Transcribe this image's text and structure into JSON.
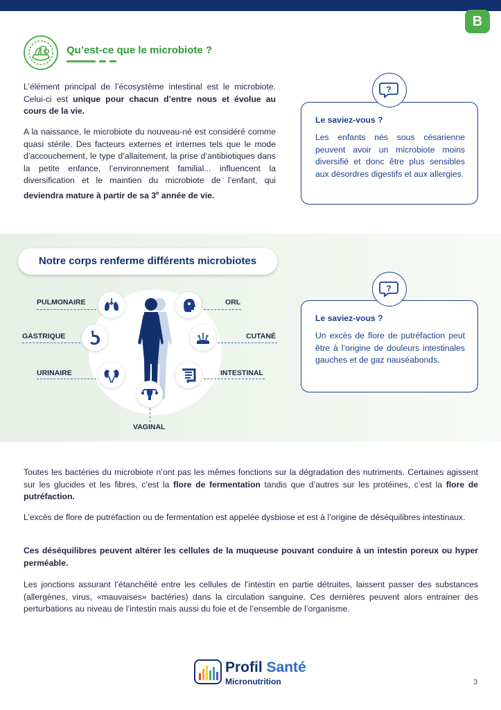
{
  "header": {
    "badge": "B"
  },
  "section": {
    "title": "Qu’est-ce que le microbiote ?"
  },
  "intro": {
    "p1_a": "L’élément principal de l’écosystème intestinal est le microbiote. Celui-ci est ",
    "p1_b": "unique pour chacun d’entre nous et évolue au cours de la vie.",
    "p2_a": "A la naissance, le microbiote du nouveau-né est considéré comme quasi stérile. Des facteurs externes et internes tels que le mode d’accouchement, le type d’allaitement, la prise d’antibiotiques dans la petite enfance, l’environnement familial... influencent la diversification et le maintien du microbiote de l’enfant, qui ",
    "p2_b": "deviendra mature à partir de sa 3",
    "p2_sup": "e",
    "p2_c": " année de vie."
  },
  "info1": {
    "heading": "Le saviez-vous ?",
    "text": "Les enfants nés sous césarienne peuvent avoir un microbiote moins diversifié et donc être plus sensibles aux désordres digestifs et aux allergies."
  },
  "info2": {
    "heading": "Le saviez-vous ?",
    "text": "Un excès de flore de putréfaction peut être à l’origine de douleurs intestinales gauches et de gaz nauséabonds."
  },
  "microbiotes": {
    "title": "Notre corps renferme différents microbiotes",
    "labels": {
      "pulmonaire": "PULMONAIRE",
      "orl": "ORL",
      "gastrique": "GASTRIQUE",
      "cutane": "CUTANÉ",
      "urinaire": "URINAIRE",
      "intestinal": "INTESTINAL",
      "vaginal": "VAGINAL"
    }
  },
  "body": {
    "p1_a": "Toutes les bactéries du microbiote n’ont pas les mêmes fonctions sur la dégradation des nutriments. Certaines agissent sur les glucides et les fibres, c’est la ",
    "p1_b": "flore de fermentation",
    "p1_c": " tandis que d’autres sur les protéines, c’est la ",
    "p1_d": "flore de putréfaction.",
    "p2": "L’excès de flore de putréfaction ou de fermentation est appelée dysbiose et est à l’origine de déséquilibres intestinaux.",
    "p3": "Ces déséquilibres peuvent altérer les cellules de la muqueuse pouvant conduire à un intestin poreux ou hyper perméable.",
    "p4": "Les jonctions assurant l’étanchéité entre les cellules de l’intestin en partie détruites, laissent passer des substances (allergènes, virus, «mauvaises» bactéries) dans la circulation sanguine. Ces dernières peuvent alors entrainer des perturbations au niveau de l’intestin mais aussi du foie et de l’ensemble de l’organisme."
  },
  "footer": {
    "brand_profil": "Profil",
    "brand_sante": "Santé",
    "brand_sub": "Micronutrition",
    "page": "3"
  },
  "colors": {
    "navy": "#13306e",
    "green": "#4fae49",
    "blue": "#1c3e8a"
  }
}
